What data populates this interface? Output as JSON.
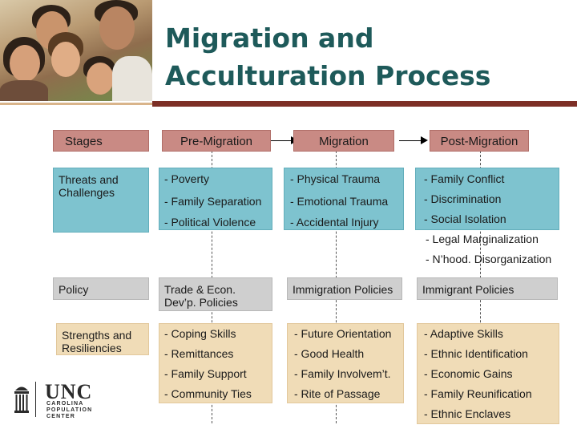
{
  "title": {
    "line1": "Migration and",
    "line2": "Acculturation Process"
  },
  "headers": {
    "stages": "Stages",
    "pre": "Pre-Migration",
    "mig": "Migration",
    "post": "Post-Migration"
  },
  "rows": {
    "threats": {
      "label": "Threats and Challenges",
      "pre": [
        "- Poverty",
        "- Family Separation",
        "- Political Violence"
      ],
      "mig": [
        "- Physical Trauma",
        "- Emotional Trauma",
        "- Accidental Injury"
      ],
      "post": [
        "- Family Conflict",
        "- Discrimination",
        "- Social Isolation",
        "- Legal Marginalization",
        "- N’hood. Disorganization"
      ]
    },
    "policy": {
      "label": "Policy",
      "pre": "Trade & Econ. Dev’p. Policies",
      "mig": "Immigration Policies",
      "post": "Immigrant Policies"
    },
    "strengths": {
      "label": "Strengths and Resiliencies",
      "pre": [
        "- Coping Skills",
        "- Remittances",
        "- Family Support",
        "- Community Ties"
      ],
      "mig": [
        "- Future Orientation",
        "- Good Health",
        "- Family Involvem’t.",
        "- Rite of Passage"
      ],
      "post": [
        "- Adaptive Skills",
        "- Ethnic Identification",
        "- Economic Gains",
        "- Family Reunification",
        "- Ethnic Enclaves"
      ]
    }
  },
  "logo": {
    "name": "UNC",
    "line1": "CAROLINA",
    "line2": "POPULATION",
    "line3": "CENTER"
  },
  "colors": {
    "title": "#1e5a5a",
    "header": "#c98a84",
    "threats": "#7ec3cf",
    "policy": "#cfcfcf",
    "strengths": "#f0dcb7",
    "rule": "#7d2f26"
  }
}
